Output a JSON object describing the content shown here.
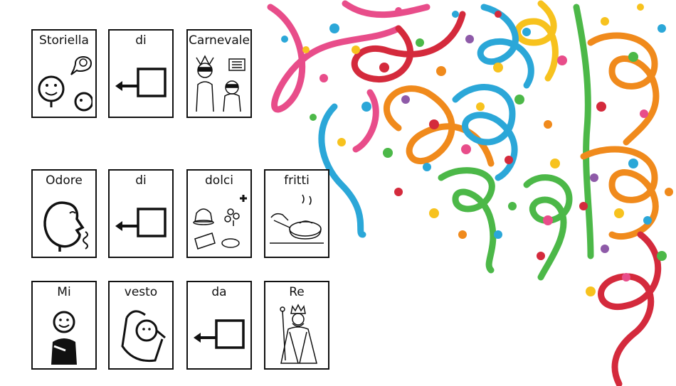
{
  "rows": [
    {
      "cards": [
        {
          "label": "Storiella",
          "icon": "storytelling-faces-icon"
        },
        {
          "label": "di",
          "icon": "arrow-into-box-icon"
        },
        {
          "label": "Carnevale",
          "icon": "masked-carnival-people-icon"
        }
      ]
    },
    {
      "cards": [
        {
          "label": "Odore",
          "icon": "smelling-face-icon"
        },
        {
          "label": "di",
          "icon": "arrow-into-box-icon"
        },
        {
          "label": "dolci",
          "icon": "sweets-icon"
        },
        {
          "label": "fritti",
          "icon": "frying-pan-icon"
        }
      ]
    },
    {
      "cards": [
        {
          "label": "Mi",
          "icon": "person-pointing-self-icon"
        },
        {
          "label": "vesto",
          "icon": "dressing-icon"
        },
        {
          "label": "da",
          "icon": "arrow-into-box-icon"
        },
        {
          "label": "Re",
          "icon": "king-icon"
        }
      ]
    }
  ],
  "decoration": {
    "icon": "carnival-streamers-confetti-icon",
    "colors": [
      "#e84d8a",
      "#f7c21e",
      "#2ba7d8",
      "#4cb848",
      "#f08a1c",
      "#d42a3c",
      "#8e5aa8"
    ]
  }
}
